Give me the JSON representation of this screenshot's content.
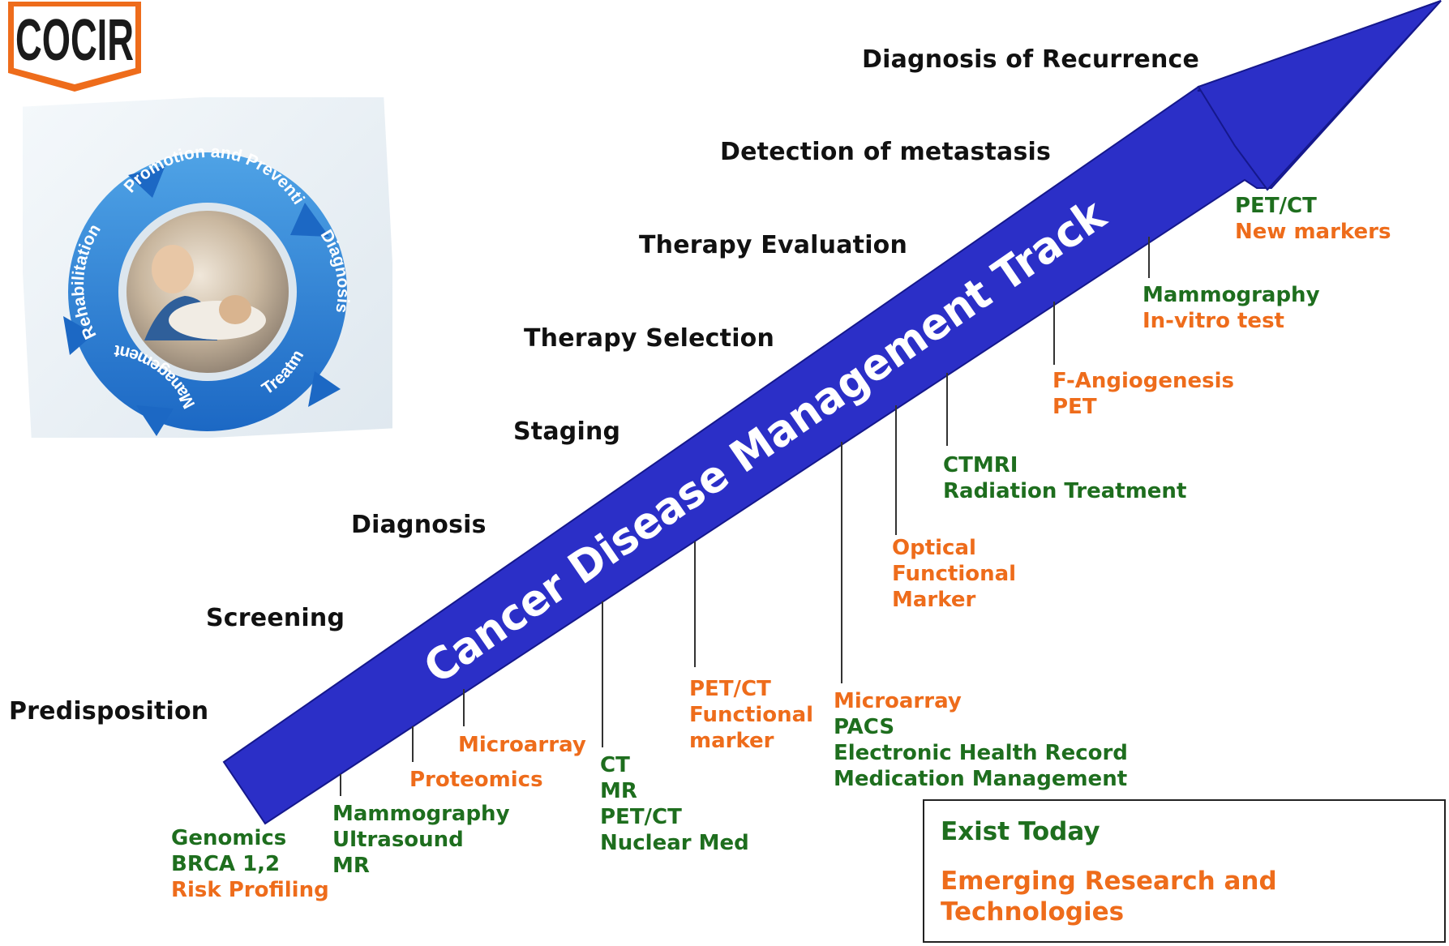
{
  "logo": {
    "text": "COCIR",
    "color": "#ee6c1b"
  },
  "cycle": {
    "segments": [
      "Promotion and Prevention",
      "Diagnosis",
      "Treatment",
      "Management",
      "Rehabilitation"
    ],
    "color": "#2a7fd0"
  },
  "arrow": {
    "title": "Cancer Disease Management Track",
    "color": "#2b2fc7"
  },
  "stages": [
    "Predisposition",
    "Screening",
    "Diagnosis",
    "Staging",
    "Therapy Selection",
    "Therapy Evaluation",
    "Detection of metastasis",
    "Diagnosis of Recurrence"
  ],
  "technologies": [
    {
      "lines": [
        {
          "text": "Genomics",
          "kind": "existing"
        },
        {
          "text": "BRCA 1,2",
          "kind": "existing"
        },
        {
          "text": "Risk Profiling",
          "kind": "emerging"
        }
      ]
    },
    {
      "lines": [
        {
          "text": "Mammography",
          "kind": "existing"
        },
        {
          "text": "Ultrasound",
          "kind": "existing"
        },
        {
          "text": "MR",
          "kind": "existing"
        }
      ]
    },
    {
      "lines": [
        {
          "text": "Proteomics",
          "kind": "emerging"
        }
      ]
    },
    {
      "lines": [
        {
          "text": "Microarray",
          "kind": "emerging"
        }
      ]
    },
    {
      "lines": [
        {
          "text": "CT",
          "kind": "existing"
        },
        {
          "text": "MR",
          "kind": "existing"
        },
        {
          "text": "PET/CT",
          "kind": "existing"
        },
        {
          "text": "Nuclear Med",
          "kind": "existing"
        }
      ]
    },
    {
      "lines": [
        {
          "text": "PET/CT",
          "kind": "emerging"
        },
        {
          "text": "Functional",
          "kind": "emerging"
        },
        {
          "text": "marker",
          "kind": "emerging"
        }
      ]
    },
    {
      "lines": [
        {
          "text": "Microarray",
          "kind": "emerging"
        },
        {
          "text": "PACS",
          "kind": "existing"
        },
        {
          "text": "Electronic Health Record",
          "kind": "existing"
        },
        {
          "text": "Medication Management",
          "kind": "existing"
        }
      ]
    },
    {
      "lines": [
        {
          "text": "Optical",
          "kind": "emerging"
        },
        {
          "text": "Functional",
          "kind": "emerging"
        },
        {
          "text": "Marker",
          "kind": "emerging"
        }
      ]
    },
    {
      "lines": [
        {
          "text": "CTMRI",
          "kind": "existing"
        },
        {
          "text": "Radiation Treatment",
          "kind": "existing"
        }
      ]
    },
    {
      "lines": [
        {
          "text": "F-Angiogenesis",
          "kind": "emerging"
        },
        {
          "text": "PET",
          "kind": "emerging"
        }
      ]
    },
    {
      "lines": [
        {
          "text": "Mammography",
          "kind": "existing"
        },
        {
          "text": "In-vitro test",
          "kind": "emerging"
        }
      ]
    },
    {
      "lines": [
        {
          "text": "PET/CT",
          "kind": "existing"
        },
        {
          "text": "New markers",
          "kind": "emerging"
        }
      ]
    }
  ],
  "legend": {
    "existing": "Exist Today",
    "emerging": "Emerging Research and Technologies",
    "existing_color": "#1e6e1e",
    "emerging_color": "#ee6c1b"
  }
}
